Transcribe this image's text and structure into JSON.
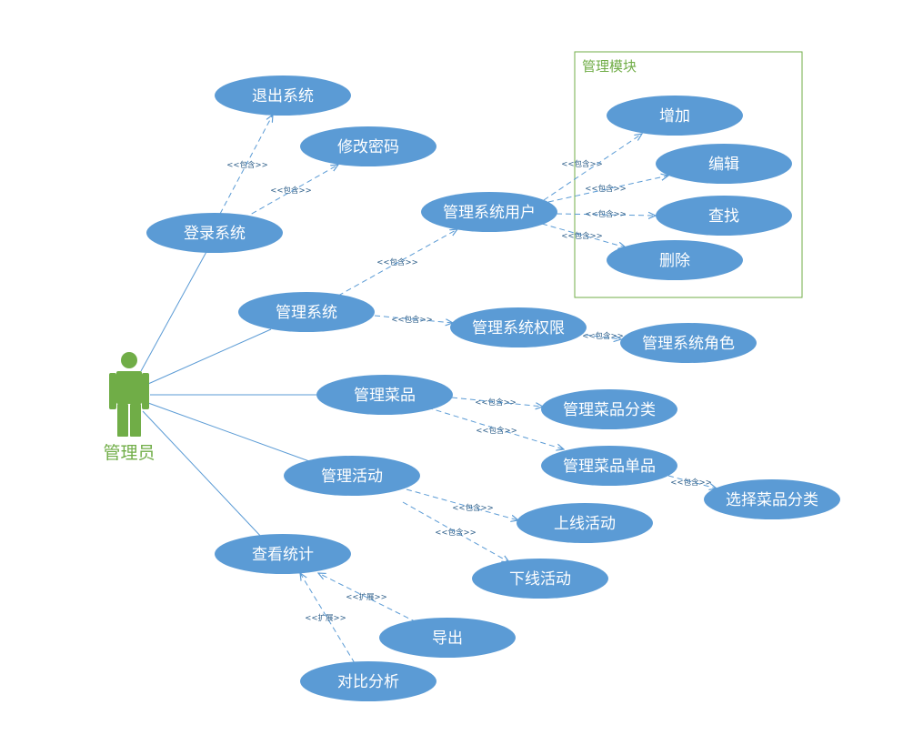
{
  "actor": {
    "label": "管理员"
  },
  "package": {
    "title": "管理模块"
  },
  "use_cases": {
    "exit_system": "退出系统",
    "change_password": "修改密码",
    "login_system": "登录系统",
    "manage_system_users": "管理系统用户",
    "add": "增加",
    "edit": "编辑",
    "search": "查找",
    "delete": "删除",
    "manage_system": "管理系统",
    "manage_system_permissions": "管理系统权限",
    "manage_system_roles": "管理系统角色",
    "manage_dishes": "管理菜品",
    "manage_dish_categories": "管理菜品分类",
    "manage_dish_items": "管理菜品单品",
    "select_dish_category": "选择菜品分类",
    "manage_activities": "管理活动",
    "activate_activity": "上线活动",
    "deactivate_activity": "下线活动",
    "view_statistics": "查看统计",
    "export": "导出",
    "compare_analysis": "对比分析"
  },
  "stereotypes": {
    "include": "<<包含>>",
    "extend": "<<扩展>>"
  },
  "colors": {
    "use_case_fill": "#5b9bd5",
    "actor_and_package": "#70ad47",
    "use_case_text": "#ffffff"
  }
}
